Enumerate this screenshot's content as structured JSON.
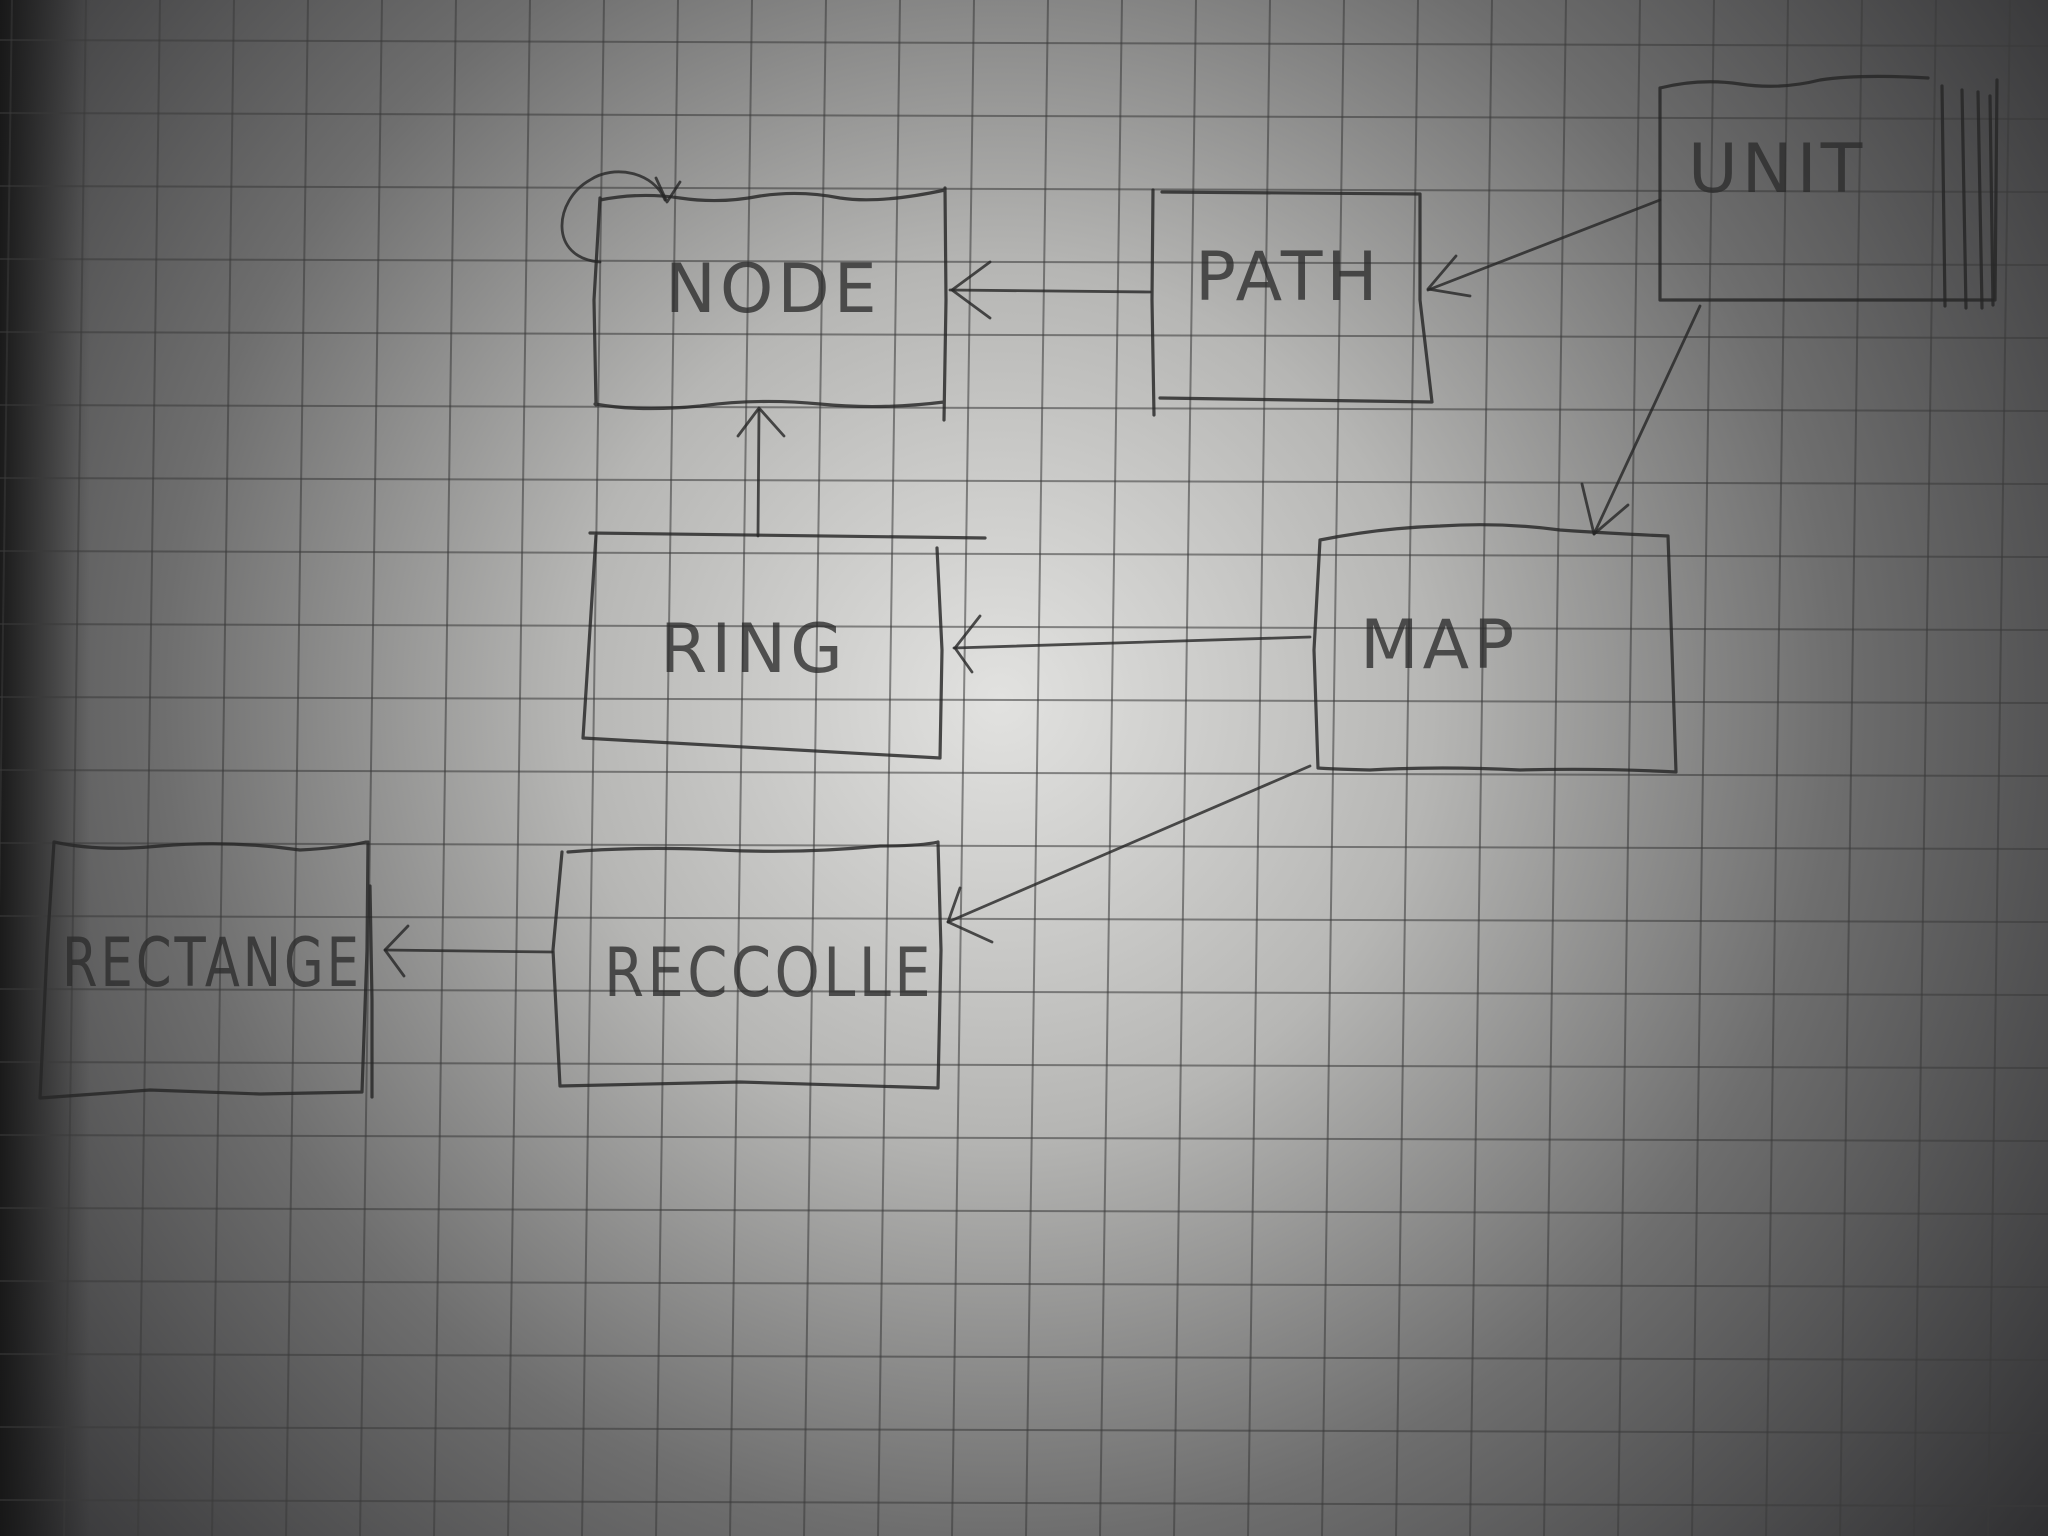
{
  "diagram": {
    "nodes": [
      {
        "id": "node",
        "label": "NODE"
      },
      {
        "id": "path",
        "label": "PATH"
      },
      {
        "id": "unit",
        "label": "UNIT"
      },
      {
        "id": "ring",
        "label": "RING"
      },
      {
        "id": "map",
        "label": "MAP"
      },
      {
        "id": "rectange",
        "label": "RECTANGE"
      },
      {
        "id": "reccolle",
        "label": "RECCOLLE"
      }
    ],
    "edges": [
      {
        "from": "node",
        "to": "node",
        "kind": "self-loop"
      },
      {
        "from": "path",
        "to": "node"
      },
      {
        "from": "unit",
        "to": "path"
      },
      {
        "from": "unit",
        "to": "map"
      },
      {
        "from": "ring",
        "to": "node"
      },
      {
        "from": "map",
        "to": "ring"
      },
      {
        "from": "map",
        "to": "reccolle"
      },
      {
        "from": "reccolle",
        "to": "rectange"
      }
    ]
  },
  "colors": {
    "paper_center": "#e8e8e6",
    "paper_mid": "#8f8f8f",
    "paper_edge": "#2b2b2d",
    "grid": "#505050",
    "ink": "#262626"
  }
}
